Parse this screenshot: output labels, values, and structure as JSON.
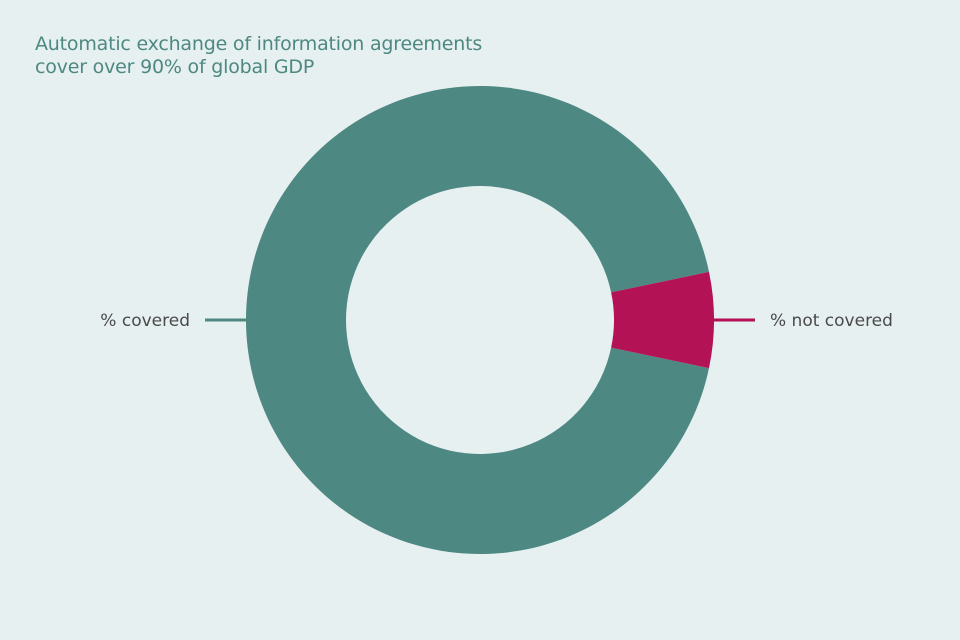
{
  "chart_data": {
    "type": "pie",
    "title_lines": [
      "Automatic exchange of information agreements",
      "cover over 90% of global GDP"
    ],
    "slices": [
      {
        "label": "% covered",
        "value": 93.4,
        "color": "#4e8882",
        "label_side": "left"
      },
      {
        "label": "% not covered",
        "value": 6.6,
        "color": "#b31254",
        "label_side": "right"
      }
    ],
    "donut": true
  },
  "colors": {
    "background": "#e6f0f0",
    "title": "#4e8882",
    "label_text": "#4a4a4a"
  }
}
